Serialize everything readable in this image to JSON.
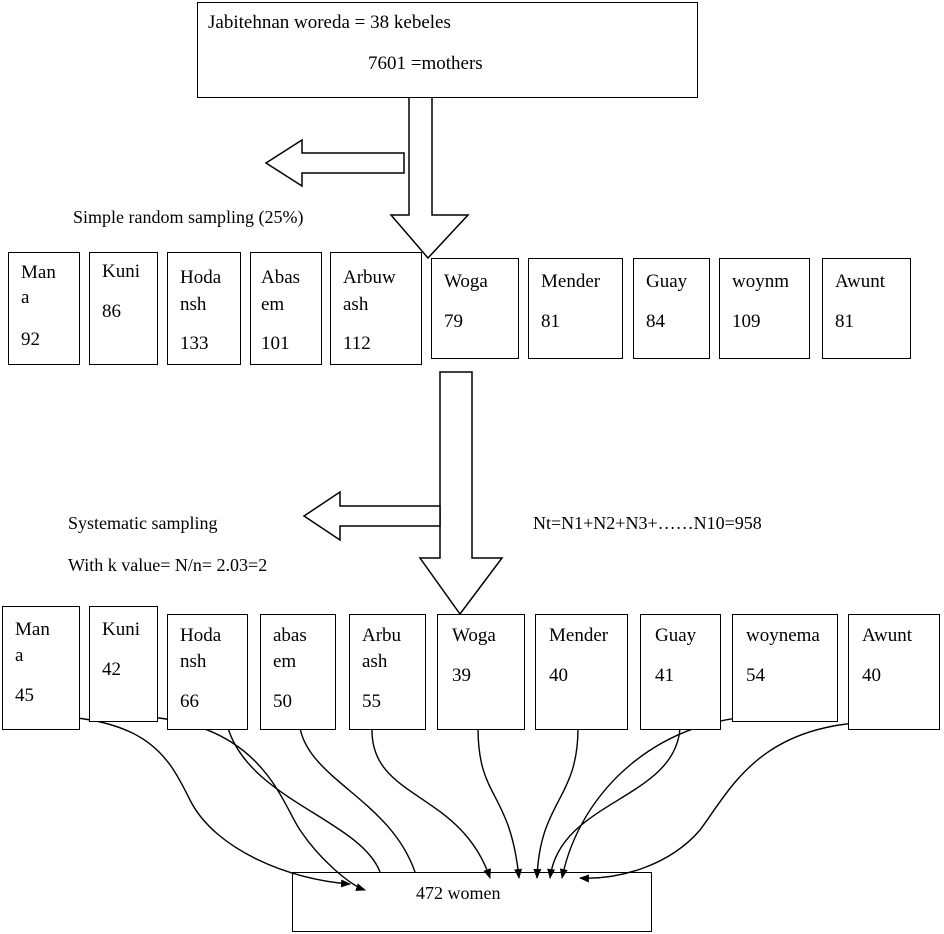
{
  "top_box": {
    "line1": "Jabitehnan woreda = 38 kebeles",
    "line2": "7601 =mothers"
  },
  "stage1_label": "Simple random sampling (25%)",
  "stage2_labels": {
    "method": "Systematic sampling",
    "k_value": "With k value= N/n= 2.03=2",
    "total": "Nt=N1+N2+N3+……N10=958"
  },
  "row1": [
    {
      "name_1": "Man",
      "name_2": "a",
      "count": "92"
    },
    {
      "name_1": "Kuni",
      "name_2": "",
      "count": "86"
    },
    {
      "name_1": "Hoda",
      "name_2": "nsh",
      "count": "133"
    },
    {
      "name_1": "Abas",
      "name_2": "em",
      "count": "101"
    },
    {
      "name_1": "Arbuw",
      "name_2": "ash",
      "count": "112"
    },
    {
      "name_1": "Woga",
      "name_2": "",
      "count": "79"
    },
    {
      "name_1": "Mender",
      "name_2": "",
      "count": "81"
    },
    {
      "name_1": "Guay",
      "name_2": "",
      "count": "84"
    },
    {
      "name_1": "woynm",
      "name_2": "",
      "count": "109"
    },
    {
      "name_1": "Awunt",
      "name_2": "",
      "count": "81"
    }
  ],
  "row2": [
    {
      "name_1": "Man",
      "name_2": "a",
      "count": "45"
    },
    {
      "name_1": "Kuni",
      "name_2": "",
      "count": "42"
    },
    {
      "name_1": "Hoda",
      "name_2": "nsh",
      "count": "66"
    },
    {
      "name_1": "abas",
      "name_2": "em",
      "count": "50"
    },
    {
      "name_1": "Arbu",
      "name_2": "ash",
      "count": "55"
    },
    {
      "name_1": "Woga",
      "name_2": "",
      "count": "39"
    },
    {
      "name_1": "Mender",
      "name_2": "",
      "count": "40"
    },
    {
      "name_1": "Guay",
      "name_2": "",
      "count": "41"
    },
    {
      "name_1": "woynema",
      "name_2": "",
      "count": "54"
    },
    {
      "name_1": "Awunt",
      "name_2": "",
      "count": "40"
    }
  ],
  "final_box": {
    "label": "472 women"
  }
}
